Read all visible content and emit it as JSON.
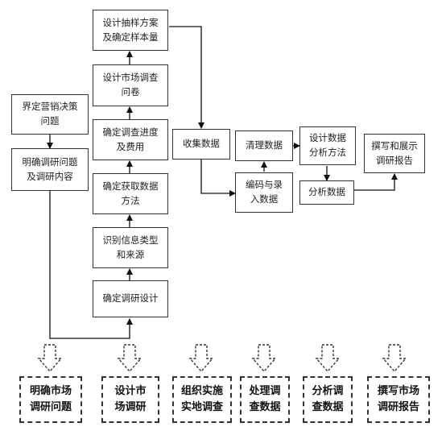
{
  "nodes": {
    "define_decision": "界定营销决策\n问题",
    "clarify_problem": "明确调研问题\n及调研内容",
    "research_design": "确定调研设计",
    "identify_info": "识别信息类型\n和来源",
    "data_method": "确定获取数据\n方法",
    "schedule_cost": "确定调查进度\n及费用",
    "questionnaire": "设计市场调查\n问卷",
    "sampling": "设计抽样方案\n及确定样本量",
    "collect": "收集数据",
    "clean": "清理数据",
    "encode": "编码与录\n入数据",
    "analysis_method": "设计数据\n分析方法",
    "analyze": "分析数据",
    "report": "撰写和展示\n调研报告"
  },
  "phases": [
    {
      "label": "明确市场\n调研问题"
    },
    {
      "label": "设计市\n场调研"
    },
    {
      "label": "组织实施\n实地调查"
    },
    {
      "label": "处理调\n查数据"
    },
    {
      "label": "分析调\n查数据"
    },
    {
      "label": "撰写市场\n调研报告"
    }
  ]
}
